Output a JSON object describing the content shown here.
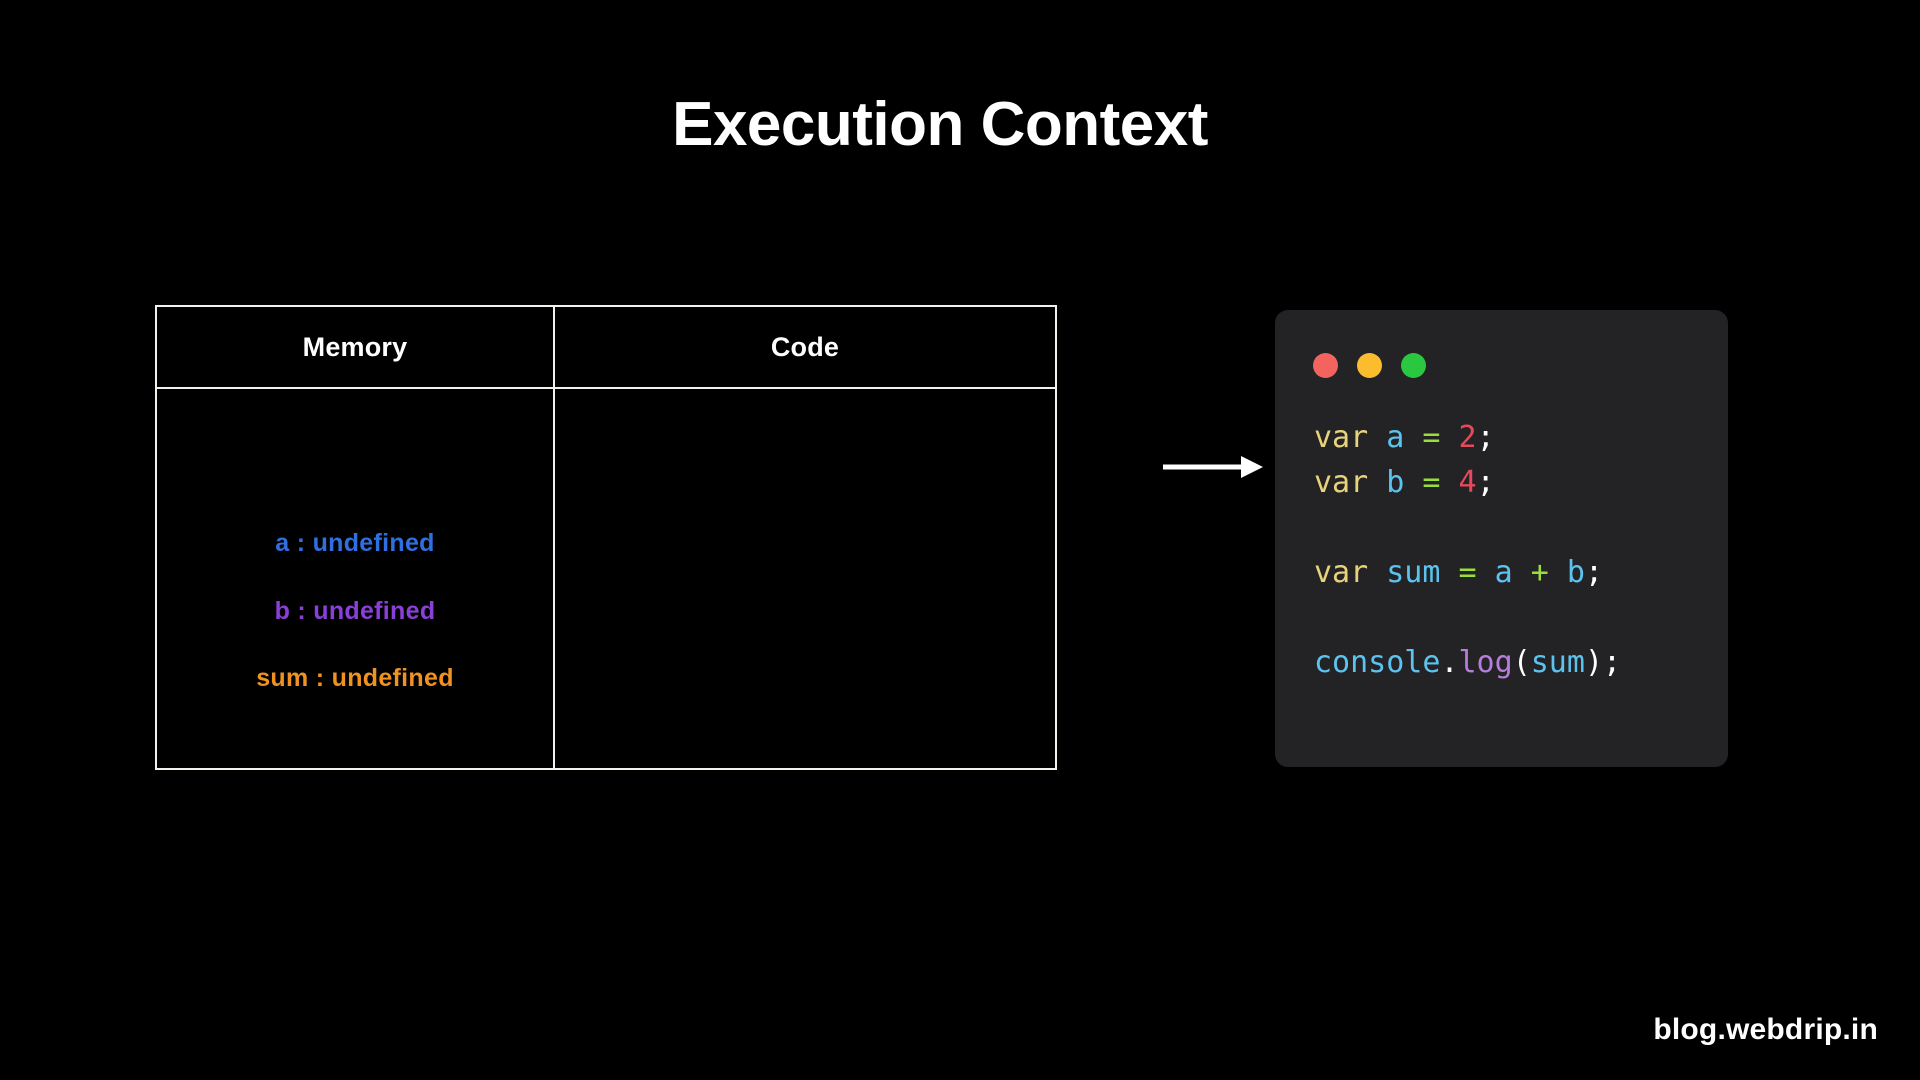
{
  "slide": {
    "title": "Execution Context",
    "background_color": "#000000",
    "footer_brand": "blog.webdrip.in"
  },
  "table": {
    "headers": {
      "memory": "Memory",
      "code": "Code"
    },
    "border_color": "#f2f2ec",
    "memory_entries": [
      {
        "name": "a",
        "separator": " : ",
        "value": "undefined",
        "text": "a : undefined",
        "color": "#2f6fe0"
      },
      {
        "name": "b",
        "separator": " : ",
        "value": "undefined",
        "text": "b : undefined",
        "color": "#8b3fd9"
      },
      {
        "name": "sum",
        "separator": " : ",
        "value": "undefined",
        "text": "sum : undefined",
        "color": "#f0921f"
      }
    ],
    "code_cell_entries": []
  },
  "arrow": {
    "icon": "arrow-right-icon",
    "color": "#ffffff",
    "direction": "right"
  },
  "code_window": {
    "background_color": "#232326",
    "traffic_lights": [
      {
        "icon": "close-dot-icon",
        "color": "#f4645f"
      },
      {
        "icon": "minimize-dot-icon",
        "color": "#fbbd2e"
      },
      {
        "icon": "maximize-dot-icon",
        "color": "#2ac840"
      }
    ],
    "language": "javascript",
    "syntax_colors": {
      "keyword": "#e8d37a",
      "identifier": "#5cc3ef",
      "operator": "#9ade3c",
      "number": "#e8495a",
      "punctuation": "#ffffff",
      "method": "#b77ddb"
    },
    "lines": [
      {
        "text": "var a = 2;",
        "tokens": [
          {
            "t": "var",
            "c": "#e8d37a"
          },
          {
            "t": " ",
            "c": "#ffffff"
          },
          {
            "t": "a",
            "c": "#5cc3ef"
          },
          {
            "t": " ",
            "c": "#ffffff"
          },
          {
            "t": "=",
            "c": "#9ade3c"
          },
          {
            "t": " ",
            "c": "#ffffff"
          },
          {
            "t": "2",
            "c": "#e8495a"
          },
          {
            "t": ";",
            "c": "#ffffff"
          }
        ]
      },
      {
        "text": "var b = 4;",
        "tokens": [
          {
            "t": "var",
            "c": "#e8d37a"
          },
          {
            "t": " ",
            "c": "#ffffff"
          },
          {
            "t": "b",
            "c": "#5cc3ef"
          },
          {
            "t": " ",
            "c": "#ffffff"
          },
          {
            "t": "=",
            "c": "#9ade3c"
          },
          {
            "t": " ",
            "c": "#ffffff"
          },
          {
            "t": "4",
            "c": "#e8495a"
          },
          {
            "t": ";",
            "c": "#ffffff"
          }
        ]
      },
      {
        "text": "",
        "tokens": []
      },
      {
        "text": "var sum = a + b;",
        "tokens": [
          {
            "t": "var",
            "c": "#e8d37a"
          },
          {
            "t": " ",
            "c": "#ffffff"
          },
          {
            "t": "sum",
            "c": "#5cc3ef"
          },
          {
            "t": " ",
            "c": "#ffffff"
          },
          {
            "t": "=",
            "c": "#9ade3c"
          },
          {
            "t": " ",
            "c": "#ffffff"
          },
          {
            "t": "a",
            "c": "#5cc3ef"
          },
          {
            "t": " ",
            "c": "#ffffff"
          },
          {
            "t": "+",
            "c": "#9ade3c"
          },
          {
            "t": " ",
            "c": "#ffffff"
          },
          {
            "t": "b",
            "c": "#5cc3ef"
          },
          {
            "t": ";",
            "c": "#ffffff"
          }
        ]
      },
      {
        "text": "",
        "tokens": []
      },
      {
        "text": "console.log(sum);",
        "tokens": [
          {
            "t": "console",
            "c": "#5cc3ef"
          },
          {
            "t": ".",
            "c": "#ffffff"
          },
          {
            "t": "log",
            "c": "#b77ddb"
          },
          {
            "t": "(",
            "c": "#ffffff"
          },
          {
            "t": "sum",
            "c": "#5cc3ef"
          },
          {
            "t": ")",
            "c": "#ffffff"
          },
          {
            "t": ";",
            "c": "#ffffff"
          }
        ]
      }
    ]
  }
}
